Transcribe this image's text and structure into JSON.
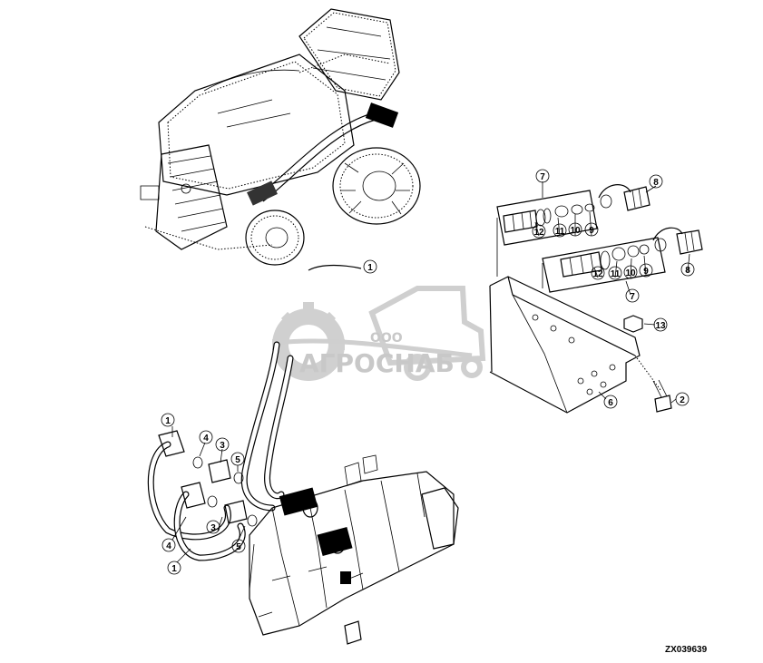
{
  "watermark": {
    "small_text": "ООО",
    "brand_text": "АГРОСНАБ",
    "color": "#c8c8c8"
  },
  "drawing_code": "ZX039639",
  "callouts": [
    {
      "id": "c1a",
      "label": "1"
    },
    {
      "id": "c1b",
      "label": "1"
    },
    {
      "id": "c1c",
      "label": "1"
    },
    {
      "id": "c2",
      "label": "2"
    },
    {
      "id": "c3a",
      "label": "3"
    },
    {
      "id": "c3b",
      "label": "3"
    },
    {
      "id": "c4a",
      "label": "4"
    },
    {
      "id": "c4b",
      "label": "4"
    },
    {
      "id": "c5a",
      "label": "5"
    },
    {
      "id": "c5b",
      "label": "5"
    },
    {
      "id": "c6",
      "label": "6"
    },
    {
      "id": "c7a",
      "label": "7"
    },
    {
      "id": "c7b",
      "label": "7"
    },
    {
      "id": "c8a",
      "label": "8"
    },
    {
      "id": "c8b",
      "label": "8"
    },
    {
      "id": "c9a",
      "label": "9"
    },
    {
      "id": "c9b",
      "label": "9"
    },
    {
      "id": "c10a",
      "label": "10"
    },
    {
      "id": "c10b",
      "label": "10"
    },
    {
      "id": "c11a",
      "label": "11"
    },
    {
      "id": "c11b",
      "label": "11"
    },
    {
      "id": "c12a",
      "label": "12"
    },
    {
      "id": "c12b",
      "label": "12"
    },
    {
      "id": "c13",
      "label": "13"
    }
  ]
}
